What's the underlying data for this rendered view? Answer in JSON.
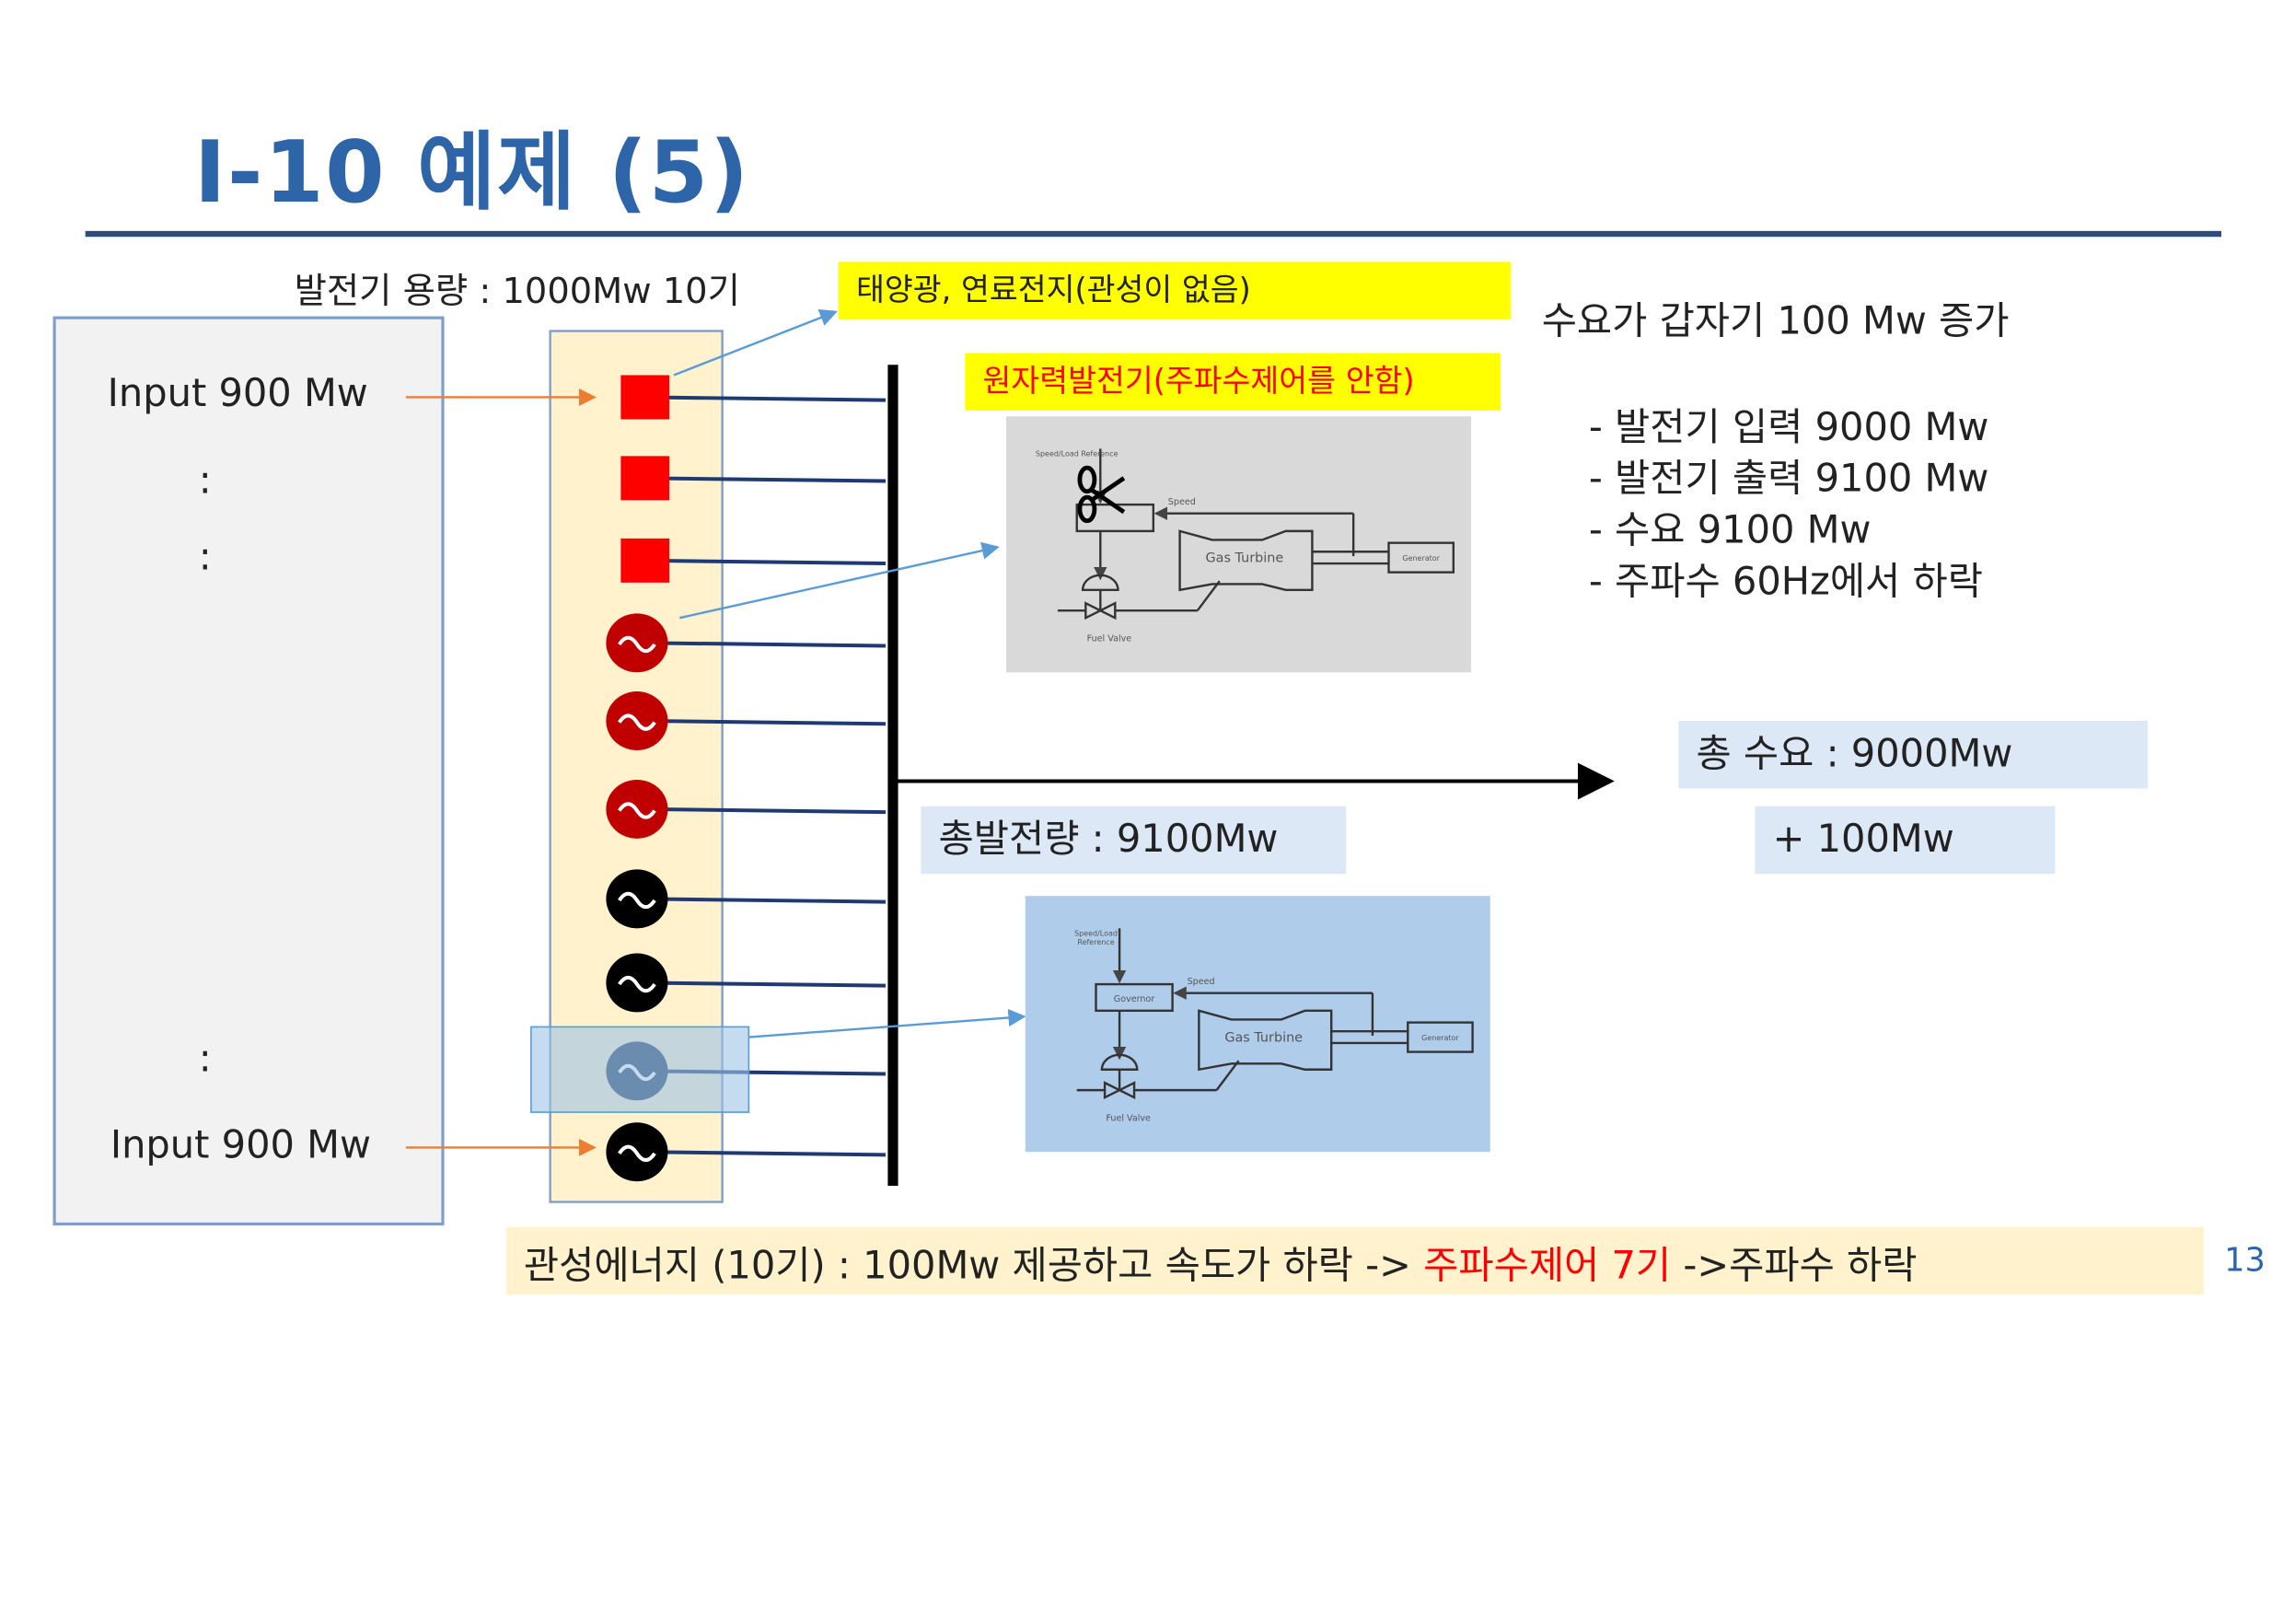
{
  "title": "I-10  예제 (5)",
  "capacity_label": "발전기 용량 : 1000Mw 10기",
  "left_panel": {
    "input_top": "Input 900 Mw",
    "dots": [
      ":",
      ":",
      ":"
    ],
    "input_bottom": "Input 900 Mw"
  },
  "callouts": {
    "solar": "태양광, 연료전지(관성이 없음)",
    "nuclear": "원자력발전기(주파수제어를 안함)"
  },
  "scenario": {
    "heading": "수요가 갑자기 100 Mw 증가",
    "bullets": [
      "- 발전기 입력 9000 Mw",
      "- 발전기 출력 9100 Mw",
      "- 수요 9100 Mw",
      "- 주파수 60Hz에서 하락"
    ]
  },
  "totals": {
    "generation": "총발전량 : 9100Mw",
    "demand": "총 수요   : 9000Mw",
    "demand_increase": "+ 100Mw"
  },
  "diagram_nuclear": {
    "ref": "Speed/Load Reference",
    "speed": "Speed",
    "turbine": "Gas Turbine",
    "generator": "Generator",
    "valve": "Fuel Valve"
  },
  "diagram_governor": {
    "ref1": "Speed/Load",
    "ref2": "Reference",
    "governor": "Governor",
    "speed": "Speed",
    "turbine": "Gas Turbine",
    "generator": "Generator",
    "valve": "Fuel Valve"
  },
  "footer": {
    "part1": "관성에너지 (10기) : 100Mw 제공하고 속도가 하락 -> ",
    "part2": "주파수제어 7기",
    "part3": " ->주파수 하락"
  },
  "page_number": "13",
  "colors": {
    "title": "#2e64a8",
    "red": "#ff0000",
    "darkred": "#c00000",
    "bus": "#000000",
    "line": "#1f3a73"
  }
}
